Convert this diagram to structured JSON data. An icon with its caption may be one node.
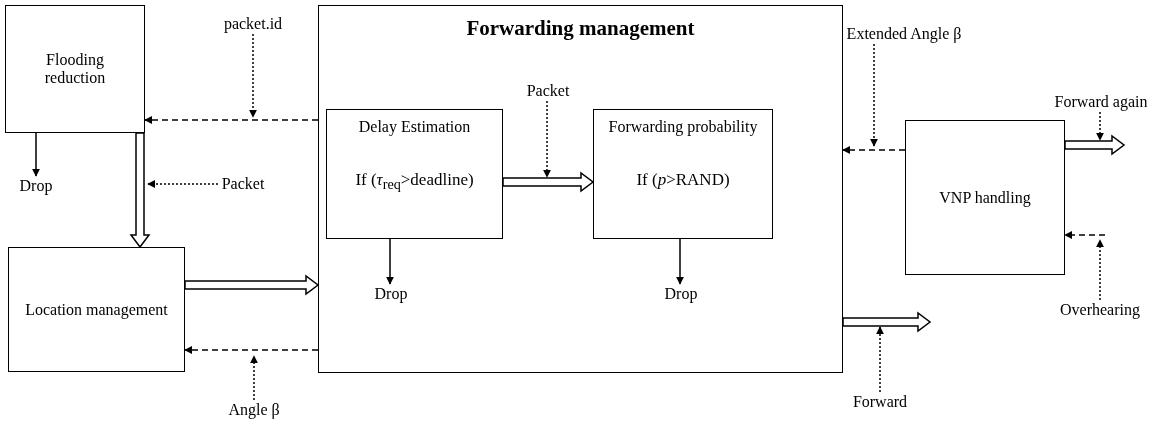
{
  "diagram": {
    "nodes": [
      {
        "text": [
          "Flooding reduction"
        ]
      },
      {
        "text": [
          "Location management"
        ]
      },
      {
        "text": [
          "Forwarding management"
        ]
      },
      {
        "text": [
          "Delay Estimation",
          "If (*τ*$_{req}$>deadline)"
        ],
        "in": 2
      },
      {
        "text": [
          "Forwarding probability",
          "If (*p*>RAND)"
        ],
        "in": 2
      },
      {
        "text": [
          "VNP handling"
        ]
      },
      {
        "text": [
          "Drop"
        ]
      },
      {
        "text": [
          "Drop"
        ],
        "in": 2
      },
      {
        "text": [
          "Drop"
        ],
        "in": 2
      },
      {
        "text": [
          "packet.id"
        ]
      },
      {
        "text": [
          "Packet"
        ]
      },
      {
        "text": [
          "Packet"
        ],
        "in": 2
      },
      {
        "text": [
          "Extended  Angle β"
        ]
      },
      {
        "text": [
          "Forward again"
        ]
      },
      {
        "text": [
          "Overhearing"
        ]
      },
      {
        "text": [
          "Forward"
        ]
      },
      {
        "text": [
          "Angle β"
        ]
      }
    ],
    "edges": [
      {
        "from": 2,
        "to": 0,
        "arrow": "to",
        "style": "dashed"
      },
      {
        "from": 0,
        "to": 1,
        "arrow": "to",
        "style": "thick"
      },
      {
        "from": 1,
        "to": 2,
        "arrow": "to",
        "style": "thick"
      },
      {
        "from": 2,
        "to": 1,
        "arrow": "to",
        "style": "dashed"
      },
      {
        "from": 3,
        "to": 4,
        "arrow": "to",
        "style": "thick"
      },
      {
        "from": 5,
        "to": 2,
        "arrow": "to",
        "style": "dashed"
      },
      {
        "from": 0,
        "to": 6,
        "arrow": "to"
      },
      {
        "from": 3,
        "to": 7,
        "arrow": "to"
      },
      {
        "from": 4,
        "to": 8,
        "arrow": "to"
      },
      {
        "from": 5,
        "to": null,
        "arrow": "to",
        "style": "thick"
      },
      {
        "from": null,
        "to": 5,
        "arrow": "to",
        "style": "dashed"
      },
      {
        "from": 2,
        "to": null,
        "arrow": "to",
        "style": "thick"
      },
      {
        "from": 9,
        "to": null,
        "arrow": "to",
        "style": "dashed"
      },
      {
        "from": 10,
        "to": null,
        "arrow": "to",
        "style": "dashed"
      },
      {
        "from": 11,
        "to": null,
        "arrow": "to",
        "style": "dashed"
      },
      {
        "from": 12,
        "to": null,
        "arrow": "to",
        "style": "dashed"
      },
      {
        "from": 13,
        "to": null,
        "arrow": "to",
        "style": "dashed"
      },
      {
        "from": 14,
        "to": null,
        "arrow": "to",
        "style": "dashed"
      },
      {
        "from": 15,
        "to": null,
        "arrow": "to",
        "style": "dashed"
      },
      {
        "from": 16,
        "to": null,
        "arrow": "to",
        "style": "dashed"
      }
    ]
  }
}
